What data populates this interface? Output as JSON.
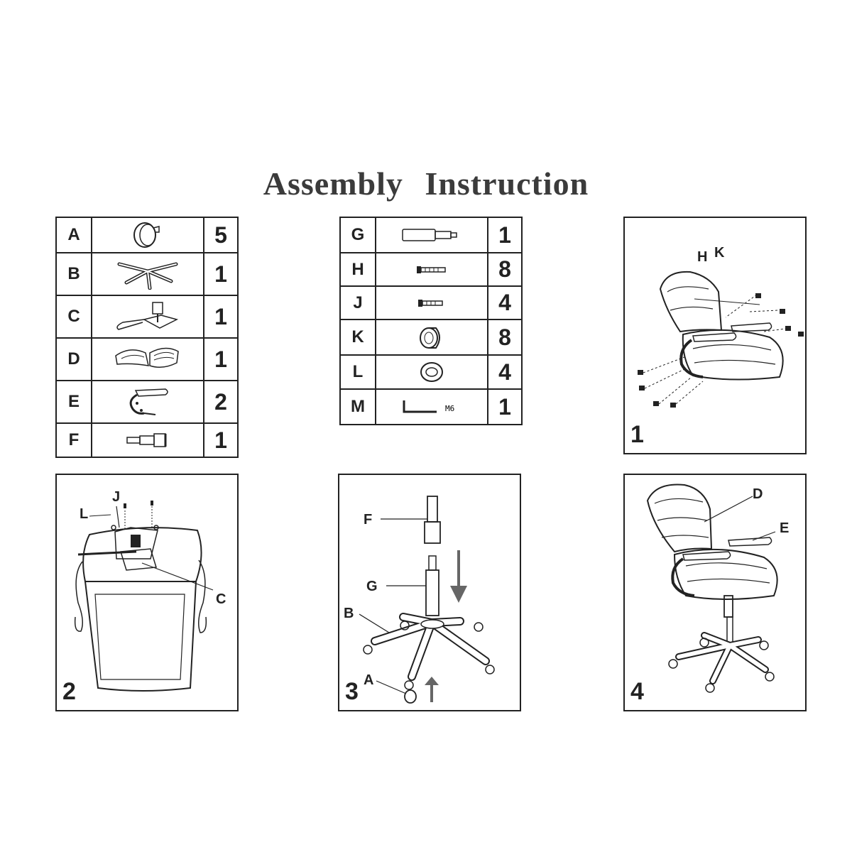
{
  "title": "Assembly  Instruction",
  "parts_left": [
    {
      "letter": "A",
      "qty": "5",
      "icon": "caster-wheel-icon"
    },
    {
      "letter": "B",
      "qty": "1",
      "icon": "five-star-base-icon"
    },
    {
      "letter": "C",
      "qty": "1",
      "icon": "tilt-mechanism-icon"
    },
    {
      "letter": "D",
      "qty": "1",
      "icon": "seat-backrest-icon"
    },
    {
      "letter": "E",
      "qty": "2",
      "icon": "armrest-icon"
    },
    {
      "letter": "F",
      "qty": "1",
      "icon": "gas-lift-cover-icon"
    }
  ],
  "parts_right": [
    {
      "letter": "G",
      "qty": "1",
      "icon": "gas-cylinder-icon"
    },
    {
      "letter": "H",
      "qty": "8",
      "icon": "long-bolt-icon"
    },
    {
      "letter": "J",
      "qty": "4",
      "icon": "short-bolt-icon"
    },
    {
      "letter": "K",
      "qty": "8",
      "icon": "spacer-ring-icon"
    },
    {
      "letter": "L",
      "qty": "4",
      "icon": "washer-icon"
    },
    {
      "letter": "M",
      "qty": "1",
      "icon": "allen-key-icon",
      "note": "M6"
    }
  ],
  "steps": [
    {
      "number": "1",
      "callouts": [
        "H",
        "K"
      ]
    },
    {
      "number": "2",
      "callouts": [
        "J",
        "L",
        "C"
      ]
    },
    {
      "number": "3",
      "callouts": [
        "F",
        "G",
        "B",
        "A"
      ]
    },
    {
      "number": "4",
      "callouts": [
        "D",
        "E"
      ]
    }
  ]
}
